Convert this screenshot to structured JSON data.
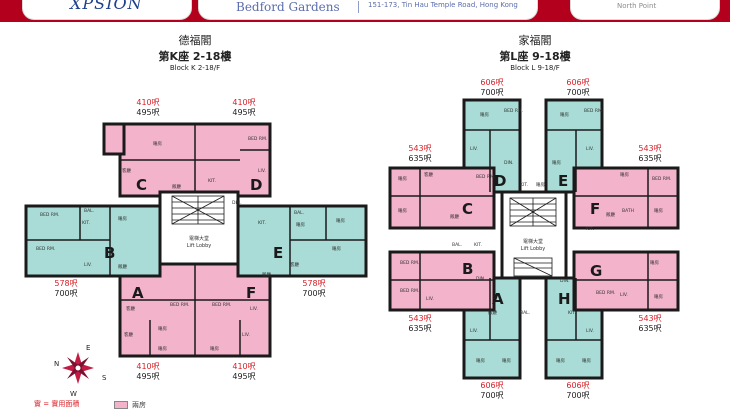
{
  "header": {
    "brand": "XPSION",
    "estate_name": "Bedford Gardens",
    "address": "151-173, Tin Hau Temple Road, Hong Kong",
    "district": "North Point"
  },
  "left_block": {
    "name_zh": "德福閣",
    "block_zh": "第K座 2-18樓",
    "block_en": "Block K 2-18/F",
    "units": [
      {
        "unit": "C",
        "area_top": "410呎",
        "area_bottom": "495呎"
      },
      {
        "unit": "D",
        "area_top": "410呎",
        "area_bottom": "495呎"
      },
      {
        "unit": "B",
        "area_top": "578呎",
        "area_bottom": "700呎"
      },
      {
        "unit": "E",
        "area_top": "578呎",
        "area_bottom": "700呎"
      },
      {
        "unit": "A",
        "area_top": "410呎",
        "area_bottom": "495呎"
      },
      {
        "unit": "F",
        "area_top": "410呎",
        "area_bottom": "495呎"
      }
    ],
    "lift_lobby_zh": "電梯大堂",
    "lift_lobby_en": "Lift Lobby"
  },
  "right_block": {
    "name_zh": "家福閣",
    "block_zh": "第L座 9-18樓",
    "block_en": "Block L 9-18/F",
    "units": [
      {
        "unit": "D",
        "area_top": "606呎",
        "area_bottom": "700呎"
      },
      {
        "unit": "E",
        "area_top": "606呎",
        "area_bottom": "700呎"
      },
      {
        "unit": "C",
        "area_top": "543呎",
        "area_bottom": "635呎"
      },
      {
        "unit": "F",
        "area_top": "543呎",
        "area_bottom": "635呎"
      },
      {
        "unit": "B",
        "area_top": "543呎",
        "area_bottom": "635呎"
      },
      {
        "unit": "G",
        "area_top": "543呎",
        "area_bottom": "635呎"
      },
      {
        "unit": "A",
        "area_top": "606呎",
        "area_bottom": "700呎"
      },
      {
        "unit": "H",
        "area_top": "606呎",
        "area_bottom": "700呎"
      }
    ],
    "lift_lobby_zh": "電梯大堂",
    "lift_lobby_en": "Lift Lobby"
  },
  "room_labels": {
    "bedroom": "BED RM.",
    "bedroom_zh": "睡房",
    "living": "客廳",
    "dining": "飯廳",
    "kitchen": "KIT.",
    "kitchen_zh": "廚房",
    "balcony": "BAL.",
    "bath": "BATH",
    "din": "DIN.",
    "liv": "LIV."
  },
  "compass": {
    "n": "N",
    "e": "E",
    "s": "S",
    "w": "W"
  },
  "legend": {
    "key_text": "實 = 實用面積",
    "swatch_label": "兩房"
  },
  "colors": {
    "pink": "#f3b3cb",
    "teal": "#a9dcd6",
    "wall": "#1a1a1a",
    "header_red": "#b3001c",
    "area_red": "#d8222a"
  }
}
